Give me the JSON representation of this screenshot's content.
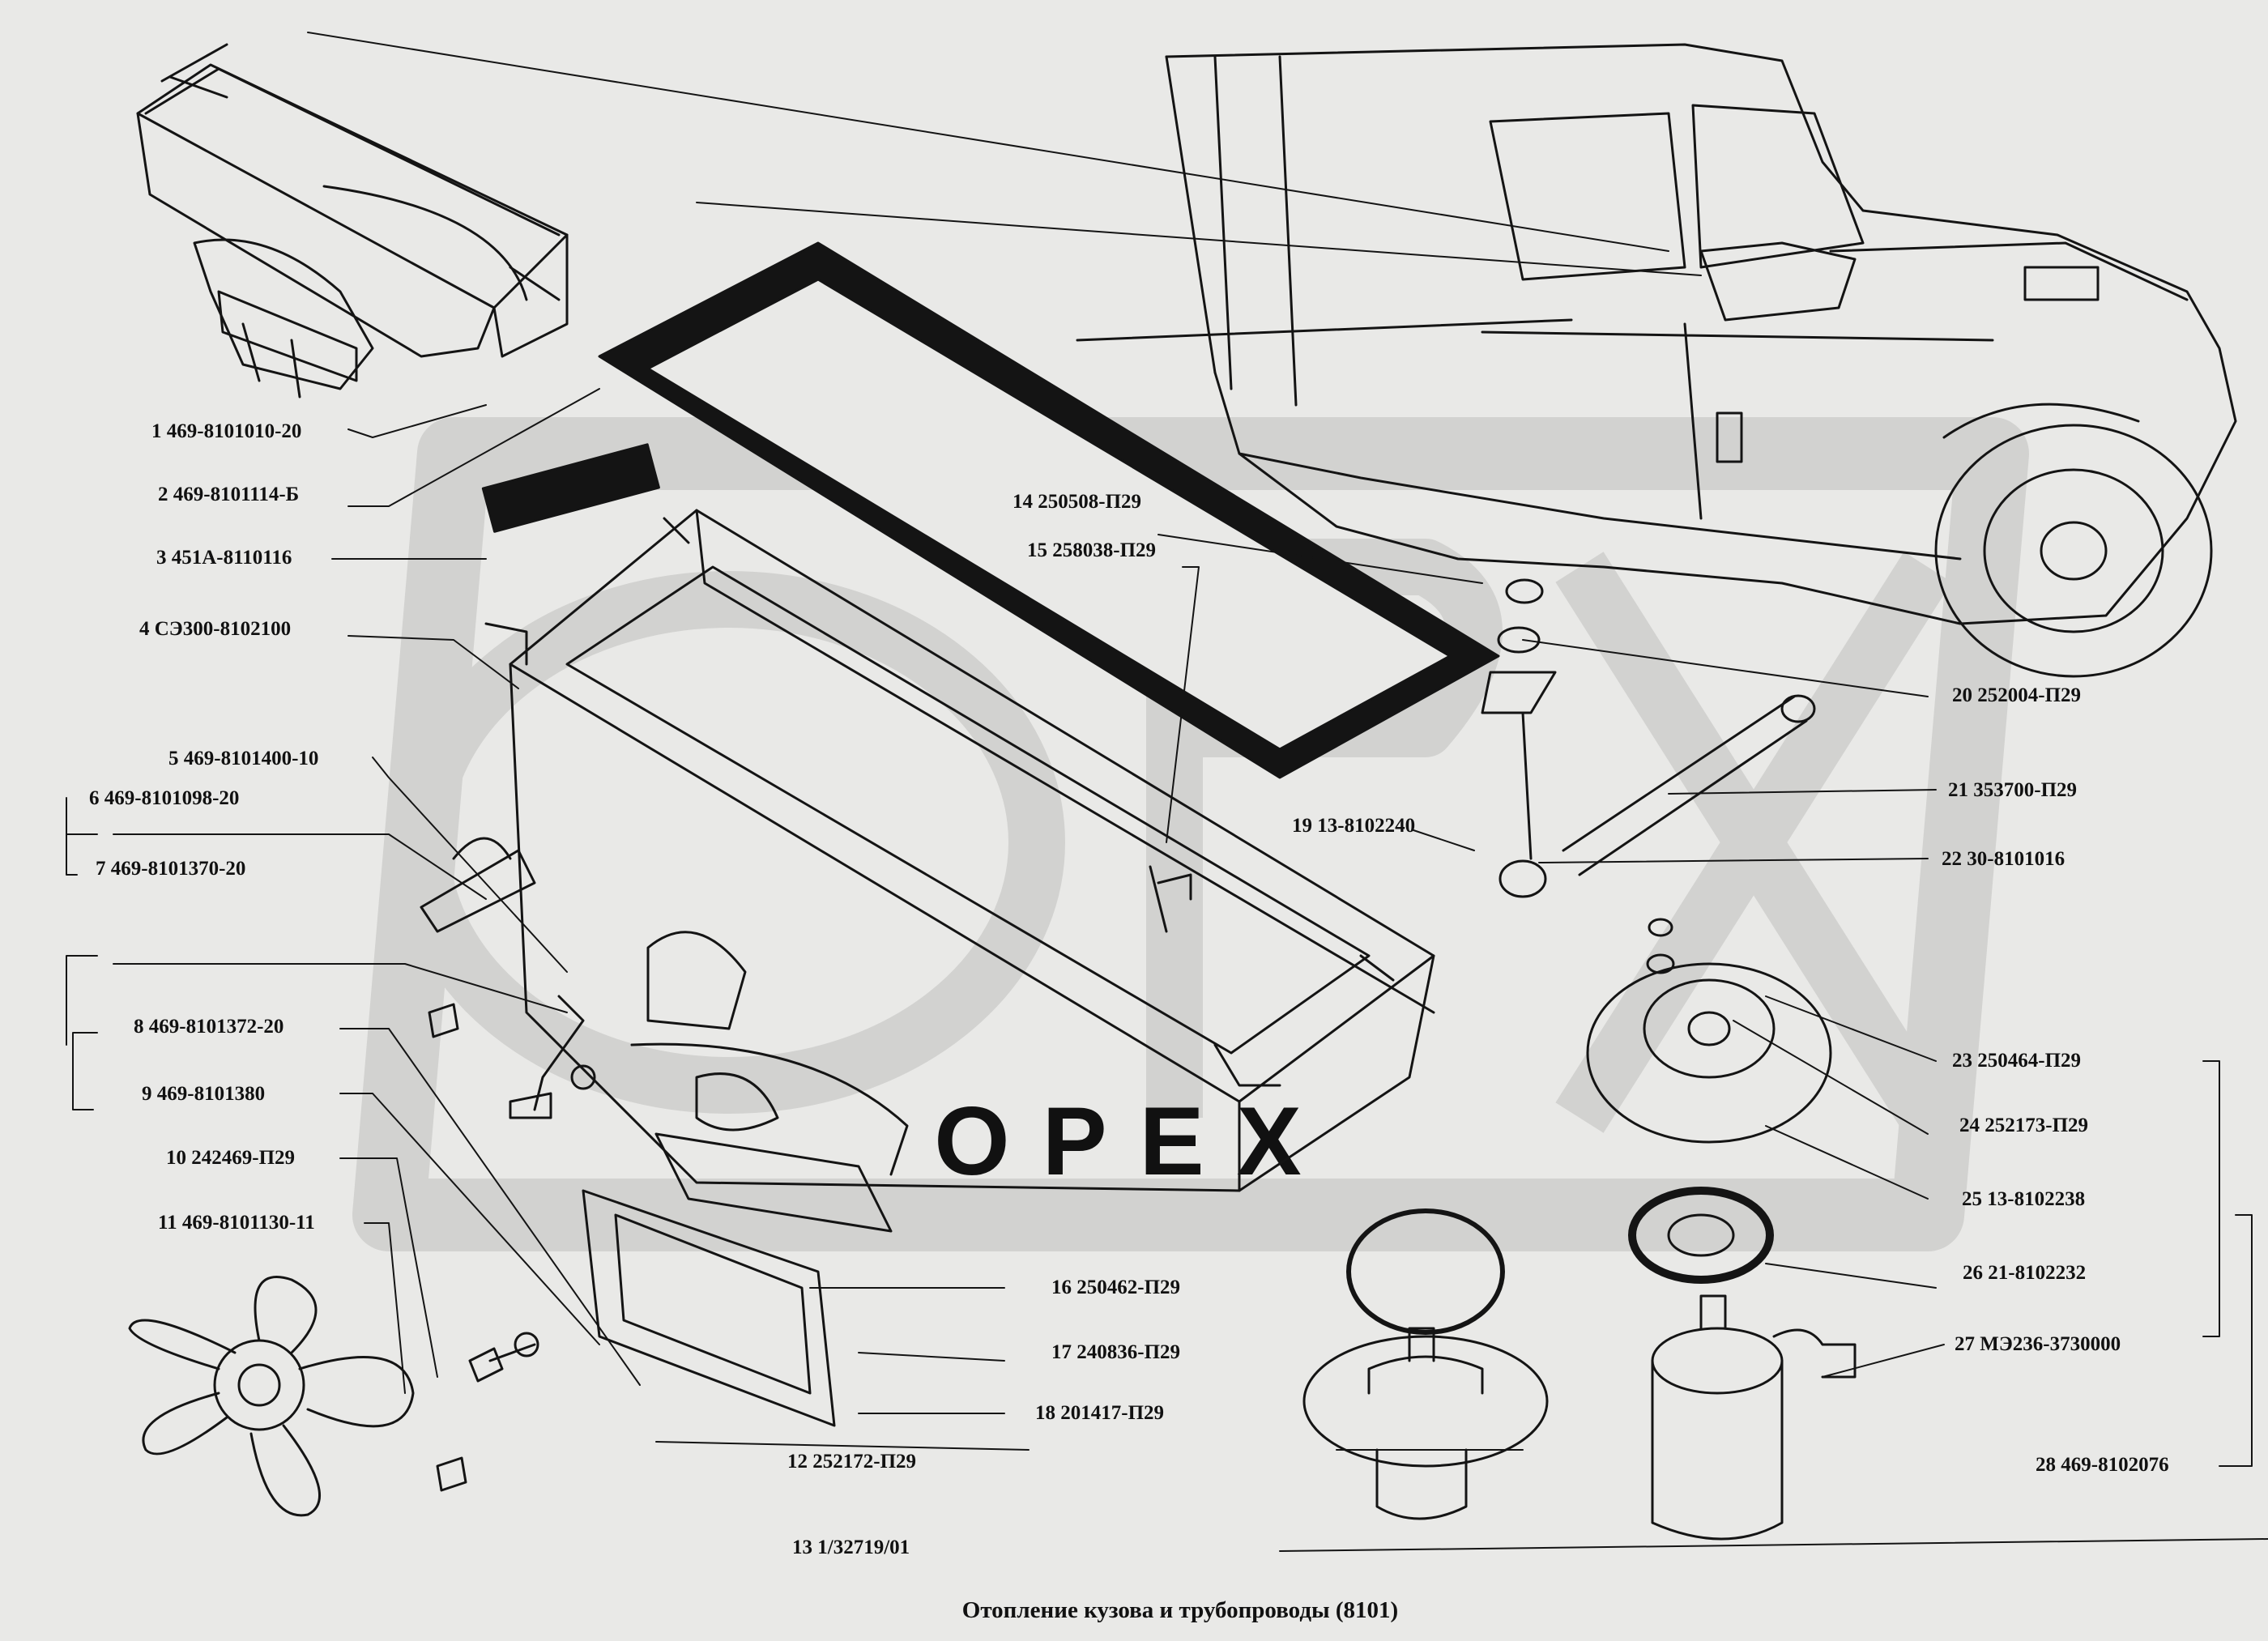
{
  "title": "Отопление кузова и трубопроводы (8101)",
  "watermark": "OPEX",
  "colors": {
    "paper": "#e9e9e7",
    "ink": "#141414",
    "watermark": "#d2d2d0"
  },
  "parts": [
    {
      "no": "1",
      "code": "469-8101010-20"
    },
    {
      "no": "2",
      "code": "469-8101114-Б"
    },
    {
      "no": "3",
      "code": "451А-8110116"
    },
    {
      "no": "4",
      "code": "СЭ300-8102100"
    },
    {
      "no": "5",
      "code": "469-8101400-10"
    },
    {
      "no": "6",
      "code": "469-8101098-20"
    },
    {
      "no": "7",
      "code": "469-8101370-20"
    },
    {
      "no": "8",
      "code": "469-8101372-20"
    },
    {
      "no": "9",
      "code": "469-8101380"
    },
    {
      "no": "10",
      "code": "242469-П29"
    },
    {
      "no": "11",
      "code": "469-8101130-11"
    },
    {
      "no": "12",
      "code": "252172-П29"
    },
    {
      "no": "13",
      "code": "1/32719/01"
    },
    {
      "no": "14",
      "code": "250508-П29"
    },
    {
      "no": "15",
      "code": "258038-П29"
    },
    {
      "no": "16",
      "code": "250462-П29"
    },
    {
      "no": "17",
      "code": "240836-П29"
    },
    {
      "no": "18",
      "code": "201417-П29"
    },
    {
      "no": "19",
      "code": "13-8102240"
    },
    {
      "no": "20",
      "code": "252004-П29"
    },
    {
      "no": "21",
      "code": "353700-П29"
    },
    {
      "no": "22",
      "code": "30-8101016"
    },
    {
      "no": "23",
      "code": "250464-П29"
    },
    {
      "no": "24",
      "code": "252173-П29"
    },
    {
      "no": "25",
      "code": "13-8102238"
    },
    {
      "no": "26",
      "code": "21-8102232"
    },
    {
      "no": "27",
      "code": "МЭ236-3730000"
    },
    {
      "no": "28",
      "code": "469-8102076"
    }
  ]
}
